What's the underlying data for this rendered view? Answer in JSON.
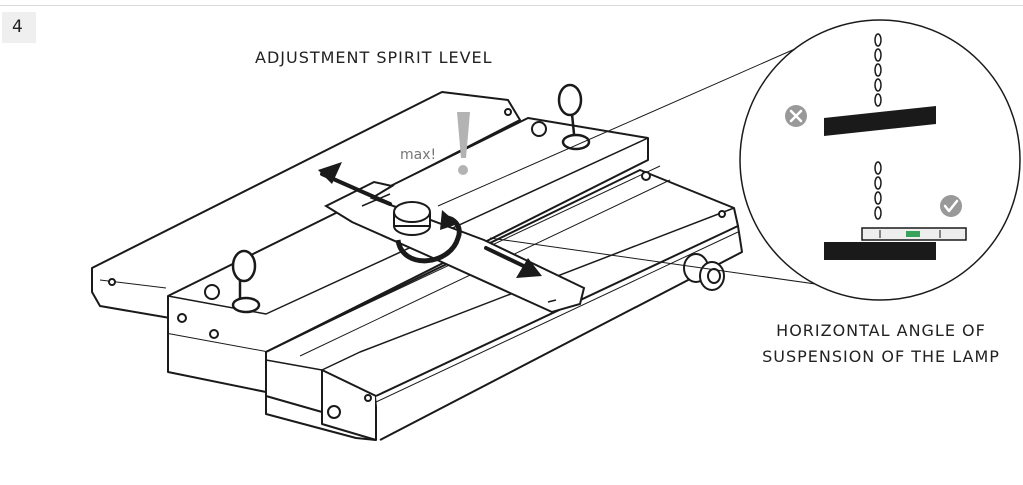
{
  "step_number": "4",
  "title": "ADJUSTMENT SPIRIT LEVEL",
  "max_label": "max!",
  "caption": {
    "line1": "HORIZONTAL ANGLE OF",
    "line2": "SUSPENSION OF THE LAMP"
  },
  "icons": {
    "wrong": "cross-circle-icon",
    "correct": "check-circle-icon"
  },
  "colors": {
    "line": "#1a1a1a",
    "warning_mark": "#b3b3b3",
    "status_icon": "#999999",
    "level_green": "#3aa35b"
  }
}
